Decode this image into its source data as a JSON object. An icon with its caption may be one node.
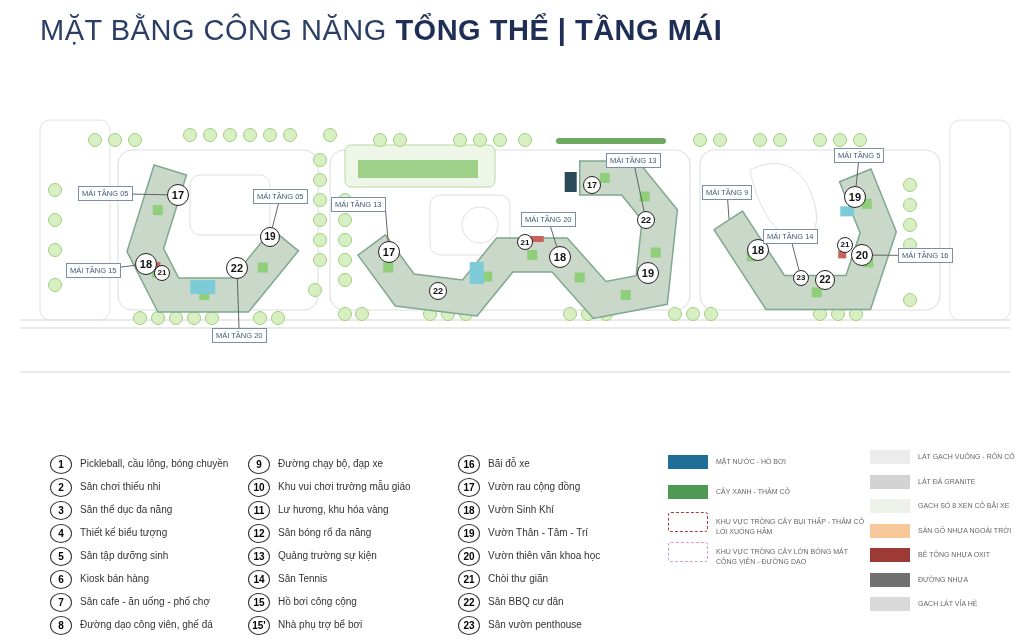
{
  "diagram": {
    "title": "MẶT BẰNG CÔNG NĂNG **TỔNG THỂ | TẦNG MÁI**",
    "nodes": [
      {
        "text": [],
        "shape": "picture"
      },
      {
        "text": [
          "MÁI TẦNG 05"
        ]
      },
      {
        "text": [
          "17"
        ],
        "in": 0
      },
      {
        "text": [
          "MÁI TẦNG 05"
        ]
      },
      {
        "text": [
          "19"
        ],
        "in": 0
      },
      {
        "text": [
          "18"
        ],
        "in": 0
      },
      {
        "text": [
          "MÁI TẦNG 15"
        ]
      },
      {
        "text": [
          "21"
        ],
        "in": 0
      },
      {
        "text": [
          "22"
        ],
        "in": 0
      },
      {
        "text": [
          "MÁI TẦNG 20"
        ]
      },
      {
        "text": [],
        "shape": "picture"
      },
      {
        "text": [
          "MÁI TẦNG 13"
        ]
      },
      {
        "text": [
          "17"
        ],
        "in": 10
      },
      {
        "text": [
          "22"
        ],
        "in": 10
      },
      {
        "text": [
          "MÁI TẦNG 20"
        ]
      },
      {
        "text": [
          "21"
        ],
        "in": 10
      },
      {
        "text": [
          "18"
        ],
        "in": 10
      },
      {
        "text": [
          "MÁI TẦNG 13"
        ]
      },
      {
        "text": [
          "17"
        ],
        "in": 10
      },
      {
        "text": [
          "22"
        ],
        "in": 10
      },
      {
        "text": [
          "19"
        ],
        "in": 10
      },
      {
        "text": [],
        "shape": "picture"
      },
      {
        "text": [
          "MÁI TẦNG 9"
        ]
      },
      {
        "text": [
          "18"
        ],
        "in": 21
      },
      {
        "text": [
          "MÁI TẦNG 14"
        ]
      },
      {
        "text": [
          "23"
        ],
        "in": 21
      },
      {
        "text": [
          "22"
        ],
        "in": 21
      },
      {
        "text": [
          "MÁI TẦNG 5"
        ]
      },
      {
        "text": [
          "19"
        ],
        "in": 21
      },
      {
        "text": [
          "21"
        ],
        "in": 21
      },
      {
        "text": [
          "20"
        ],
        "in": 21
      },
      {
        "text": [
          "MÁI TẦNG 16"
        ]
      },
      {
        "text": [
          "1"
        ],
        "beside": [
          "Pickleball, cầu lông, bóng chuyền"
        ]
      },
      {
        "text": [
          "2"
        ],
        "beside": [
          "Sân chơi thiếu nhi"
        ]
      },
      {
        "text": [
          "3"
        ],
        "beside": [
          "Sân thể dục đa năng"
        ]
      },
      {
        "text": [
          "4"
        ],
        "beside": [
          "Thiết kế biểu tượng"
        ]
      },
      {
        "text": [
          "5"
        ],
        "beside": [
          "Sân tập dưỡng sinh"
        ]
      },
      {
        "text": [
          "6"
        ],
        "beside": [
          "Kiosk bán hàng"
        ]
      },
      {
        "text": [
          "7"
        ],
        "beside": [
          "Sân cafe - ăn uống - phố chợ"
        ]
      },
      {
        "text": [
          "8"
        ],
        "beside": [
          "Đường dạo công viên, ghế đá"
        ]
      },
      {
        "text": [
          "9"
        ],
        "beside": [
          "Đường chạy bộ, đạp xe"
        ]
      },
      {
        "text": [
          "10"
        ],
        "beside": [
          "Khu vui chơi trường mẫu giáo"
        ]
      },
      {
        "text": [
          "11"
        ],
        "beside": [
          "Lư hương, khu hóa vàng"
        ]
      },
      {
        "text": [
          "12"
        ],
        "beside": [
          "Sân bóng rổ đa năng"
        ]
      },
      {
        "text": [
          "13"
        ],
        "beside": [
          "Quảng trường sự kiện"
        ]
      },
      {
        "text": [
          "14"
        ],
        "beside": [
          "Sân Tennis"
        ]
      },
      {
        "text": [
          "15"
        ],
        "beside": [
          "Hồ bơi công cộng"
        ]
      },
      {
        "text": [
          "15'"
        ],
        "beside": [
          "Nhà phụ trợ bể bơi"
        ]
      },
      {
        "text": [
          "16"
        ],
        "beside": [
          "Bãi đỗ xe"
        ]
      },
      {
        "text": [
          "17"
        ],
        "beside": [
          "Vườn rau cộng đồng"
        ]
      },
      {
        "text": [
          "18"
        ],
        "beside": [
          "Vườn Sinh Khí"
        ]
      },
      {
        "text": [
          "19"
        ],
        "beside": [
          "Vườn Thân - Tâm - Trí"
        ]
      },
      {
        "text": [
          "20"
        ],
        "beside": [
          "Vườn thiên văn khoa học"
        ]
      },
      {
        "text": [
          "21"
        ],
        "beside": [
          "Chòi thư giãn"
        ]
      },
      {
        "text": [
          "22"
        ],
        "beside": [
          "Sân BBQ cư dân"
        ]
      },
      {
        "text": [
          "23"
        ],
        "beside": [
          "Sân vườn penthouse"
        ]
      }
    ],
    "edges": [
      {
        "from": 1,
        "to": 2,
        "arrow": "none"
      },
      {
        "from": 3,
        "to": 4,
        "arrow": "none"
      },
      {
        "from": 6,
        "to": 5,
        "arrow": "none"
      },
      {
        "from": 9,
        "to": 8,
        "arrow": "none"
      },
      {
        "from": 11,
        "to": 12,
        "arrow": "none"
      },
      {
        "from": 14,
        "to": 16,
        "arrow": "none"
      },
      {
        "from": 17,
        "to": 19,
        "arrow": "none"
      },
      {
        "from": 22,
        "to": 21,
        "arrow": "none"
      },
      {
        "from": 24,
        "to": 25,
        "arrow": "none"
      },
      {
        "from": 27,
        "to": 28,
        "arrow": "none"
      },
      {
        "from": 31,
        "to": 30,
        "arrow": "none"
      }
    ],
    "legend": [
      {
        "text": "MẶT NƯỚC - HỒ BƠI",
        "color": "#1f6e9a"
      },
      {
        "text": "CÂY XANH - THẢM CỎ",
        "color": "#4e9a55"
      },
      {
        "text": "KHU VỰC TRỒNG CÂY BỤI THẤP - THẢM CỎ LỐI XUỐNG HẦM"
      },
      {
        "text": "KHU VỰC TRỒNG CÂY LỚN BÓNG MÁT CÔNG VIÊN - ĐƯỜNG DẠO"
      },
      {
        "text": "LÁT GẠCH VUÔNG - RÔN CỎ",
        "color": "#ececec"
      },
      {
        "text": "LÁT ĐÁ GRANITE",
        "color": "#d3d3d3"
      },
      {
        "text": "GẠCH SỐ 8 XEN CỎ BÃI XE",
        "color": "#eef0ea"
      },
      {
        "text": "SÀN GỖ NHỰA NGOÀI TRỜI",
        "color": "#f9c89a"
      },
      {
        "text": "BÊ TÔNG NHỰA OXIT",
        "color": "#9e3a36"
      },
      {
        "text": "ĐƯỜNG NHỰA",
        "color": "#707070"
      },
      {
        "text": "GẠCH LÁT VỈA HÈ",
        "color": "#d9d9d9"
      }
    ]
  }
}
